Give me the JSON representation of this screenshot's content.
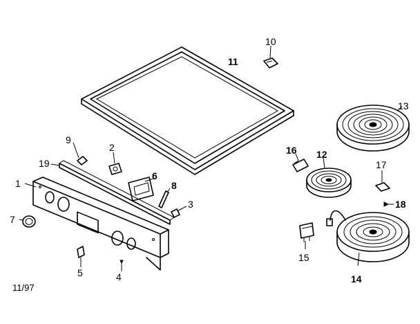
{
  "callouts": [
    "1",
    "2",
    "3",
    "4",
    "5",
    "6",
    "7",
    "8",
    "9",
    "10",
    "11",
    "12",
    "13",
    "14",
    "15",
    "16",
    "17",
    "18",
    "19"
  ],
  "footer": {
    "date_code": "11/97"
  }
}
